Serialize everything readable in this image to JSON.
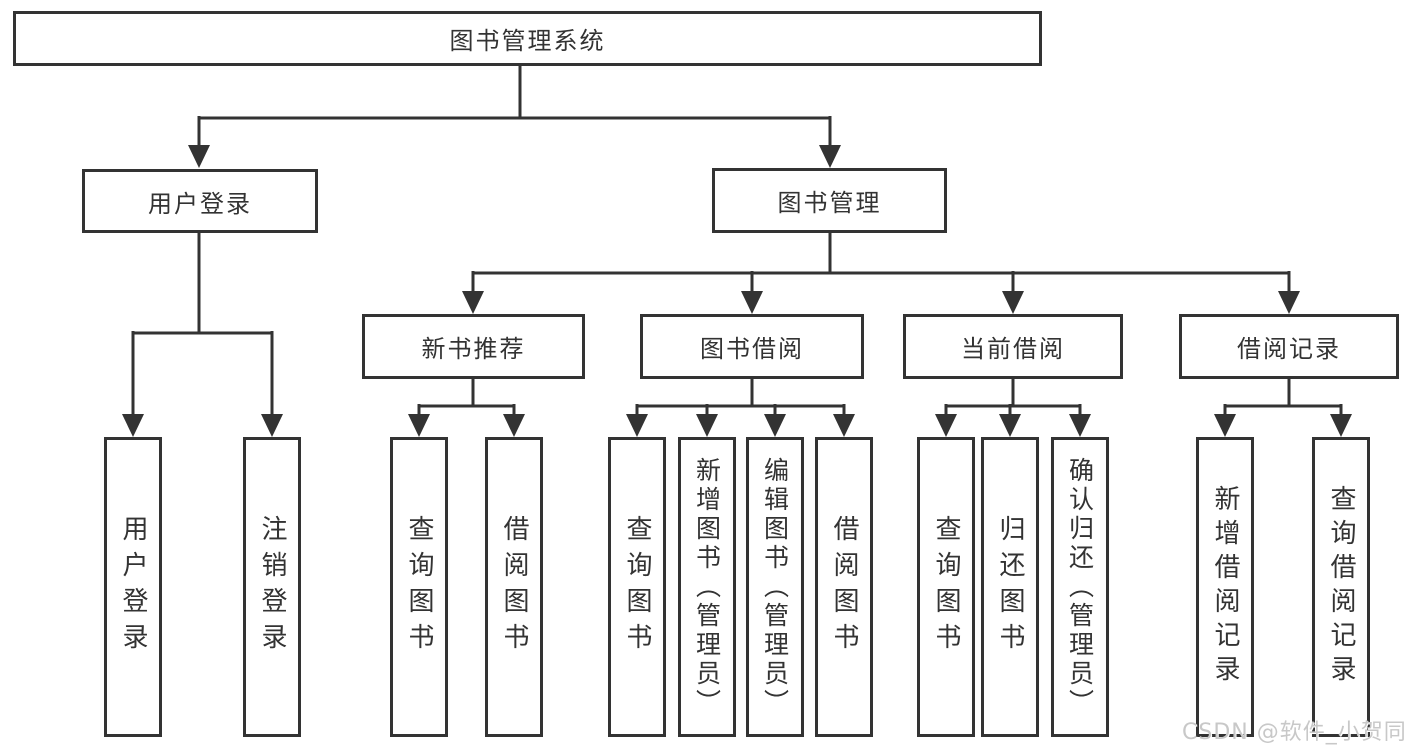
{
  "nodes": {
    "root": {
      "label": "图书管理系统"
    },
    "user_login": {
      "label": "用户登录"
    },
    "book_mgmt": {
      "label": "图书管理"
    },
    "new_book_rec": {
      "label": "新书推荐"
    },
    "book_borrow": {
      "label": "图书借阅"
    },
    "current_borrow": {
      "label": "当前借阅"
    },
    "borrow_records": {
      "label": "借阅记录"
    },
    "leaf_login": {
      "label": "用户登录"
    },
    "leaf_logout": {
      "label": "注销登录"
    },
    "leaf_rec_query": {
      "label": "查询图书"
    },
    "leaf_rec_borrow": {
      "label": "借阅图书"
    },
    "leaf_borrow_query": {
      "label": "查询图书"
    },
    "leaf_borrow_add": {
      "label": "新增图书（管理员）"
    },
    "leaf_borrow_edit": {
      "label": "编辑图书（管理员）"
    },
    "leaf_borrow_borrow": {
      "label": "借阅图书"
    },
    "leaf_current_query": {
      "label": "查询图书"
    },
    "leaf_current_return": {
      "label": "归还图书"
    },
    "leaf_current_confirm": {
      "label": "确认归还（管理员）"
    },
    "leaf_records_add": {
      "label": "新增借阅记录"
    },
    "leaf_records_query": {
      "label": "查询借阅记录"
    }
  },
  "structure": {
    "图书管理系统": {
      "用户登录": [
        "用户登录",
        "注销登录"
      ],
      "图书管理": {
        "新书推荐": [
          "查询图书",
          "借阅图书"
        ],
        "图书借阅": [
          "查询图书",
          "新增图书（管理员）",
          "编辑图书（管理员）",
          "借阅图书"
        ],
        "当前借阅": [
          "查询图书",
          "归还图书",
          "确认归还（管理员）"
        ],
        "借阅记录": [
          "新增借阅记录",
          "查询借阅记录"
        ]
      }
    }
  },
  "watermark": {
    "text": "CSDN @软件_小贺同学"
  },
  "colors": {
    "line": "#333333",
    "text": "#333333",
    "background": "#ffffff",
    "watermark_text": "#c8c8c8"
  }
}
